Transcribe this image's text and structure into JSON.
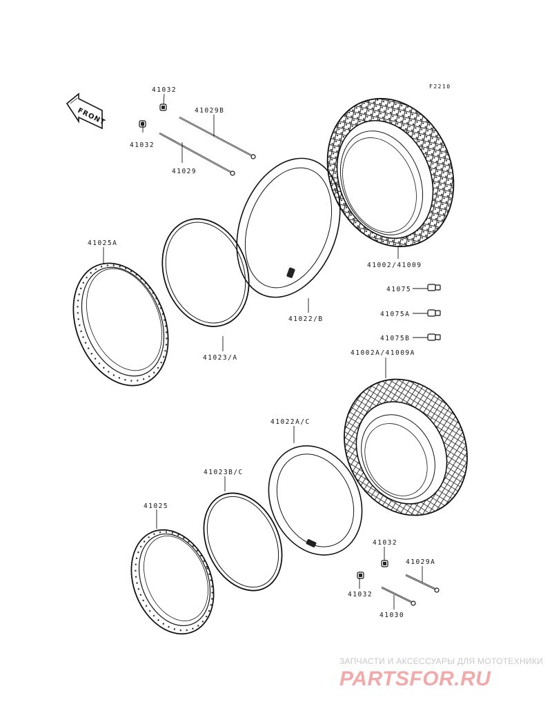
{
  "diagram_code": "F2210",
  "front_label": "FRONT",
  "parts": [
    {
      "id": "p-41032-a",
      "number": "41032"
    },
    {
      "id": "p-41032-b",
      "number": "41032"
    },
    {
      "id": "p-41029b",
      "number": "41029B"
    },
    {
      "id": "p-41029",
      "number": "41029"
    },
    {
      "id": "p-41025a",
      "number": "41025A"
    },
    {
      "id": "p-41023a",
      "number": "41023/A"
    },
    {
      "id": "p-41022b",
      "number": "41022/B"
    },
    {
      "id": "p-41002",
      "number": "41002/41009"
    },
    {
      "id": "p-41075",
      "number": "41075"
    },
    {
      "id": "p-41075a",
      "number": "41075A"
    },
    {
      "id": "p-41075b",
      "number": "41075B"
    },
    {
      "id": "p-41002a",
      "number": "41002A/41009A"
    },
    {
      "id": "p-41022ac",
      "number": "41022A/C"
    },
    {
      "id": "p-41023bc",
      "number": "41023B/C"
    },
    {
      "id": "p-41025",
      "number": "41025"
    },
    {
      "id": "p-41032-c",
      "number": "41032"
    },
    {
      "id": "p-41029a",
      "number": "41029A"
    },
    {
      "id": "p-41032-d",
      "number": "41032"
    },
    {
      "id": "p-41030",
      "number": "41030"
    }
  ],
  "watermark": {
    "tagline": "ЗАПЧАСТИ И АКСЕССУАРЫ ДЛЯ МОТОТЕХНИКИ",
    "logo": "PARTSFOR.RU"
  }
}
